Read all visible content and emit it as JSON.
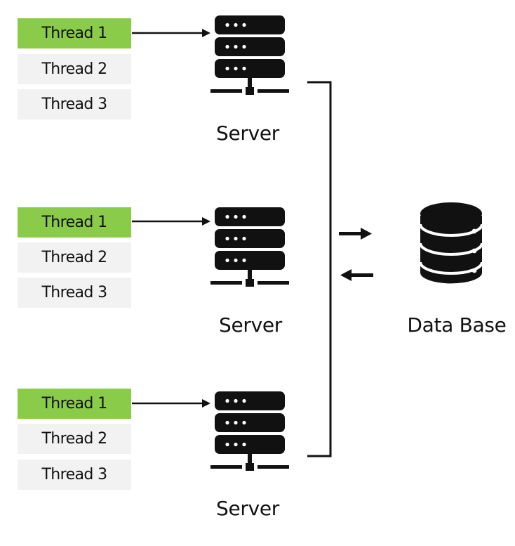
{
  "colors": {
    "active_thread": "#8bcb4a",
    "inactive_thread": "#f2f2f2",
    "line": "#111111"
  },
  "groups": [
    {
      "threads": [
        "Thread 1",
        "Thread 2",
        "Thread 3"
      ],
      "active_thread": "Thread 1",
      "server_label": "Server"
    },
    {
      "threads": [
        "Thread 1",
        "Thread 2",
        "Thread 3"
      ],
      "active_thread": "Thread 1",
      "server_label": "Server"
    },
    {
      "threads": [
        "Thread 1",
        "Thread 2",
        "Thread 3"
      ],
      "active_thread": "Thread 1",
      "server_label": "Server"
    }
  ],
  "database": {
    "label": "Data Base",
    "icon": "database-icon"
  },
  "icons": {
    "server": "server-icon",
    "arrow_right": "arrow-right-icon",
    "arrow_left": "arrow-left-icon"
  }
}
